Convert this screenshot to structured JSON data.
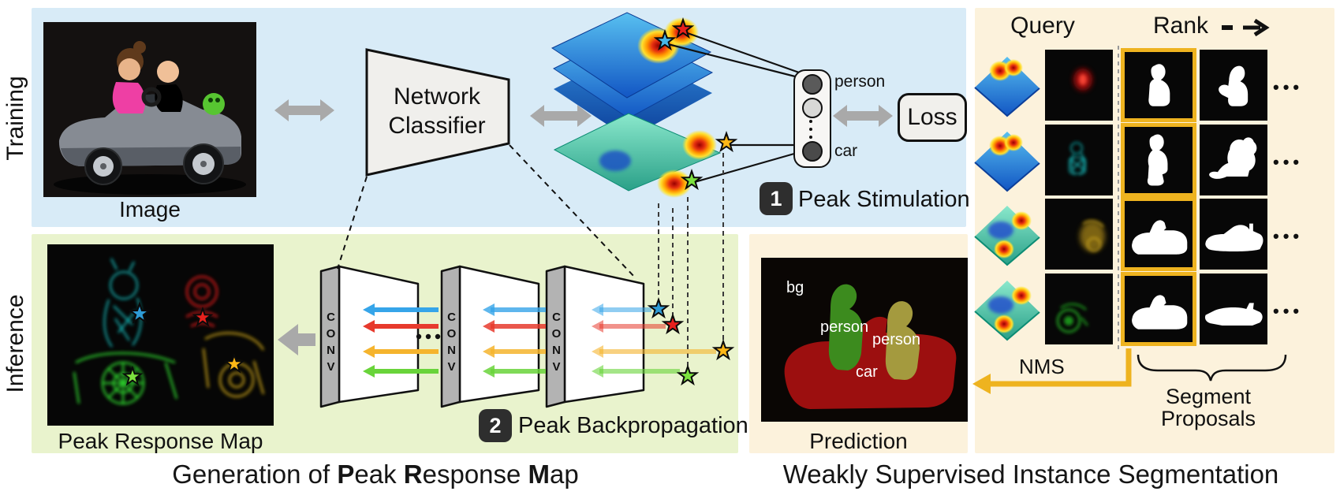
{
  "sections": {
    "training": "Training",
    "inference": "Inference"
  },
  "training": {
    "image_caption": "Image",
    "classifier": [
      "Network",
      "Classifier"
    ],
    "class_labels": {
      "person": "person",
      "car": "car"
    },
    "loss_label": "Loss",
    "step_badge": "1",
    "step_label": "Peak Stimulation"
  },
  "inference": {
    "prm_caption": "Peak Response Map",
    "conv_label": "CONV",
    "step_badge": "2",
    "step_label": "Peak Backpropagation"
  },
  "prediction": {
    "caption": "Prediction",
    "region_labels": {
      "bg": "bg",
      "person_left": "person",
      "person_right": "person",
      "car": "car"
    }
  },
  "right_panel": {
    "query_header": "Query",
    "rank_header": "Rank",
    "nms_label": "NMS",
    "brace_label": [
      "Segment",
      "Proposals"
    ],
    "rows": [
      {
        "query": "person-response-surface",
        "prm": "person-peak-response-red",
        "rank1": "person-segment-top-ranked",
        "rank2": "person-segment",
        "more": "•••"
      },
      {
        "query": "person-response-surface",
        "prm": "person-peak-response-cyan",
        "rank1": "person-segment-top-ranked",
        "rank2": "animal-like-segment",
        "more": "•••"
      },
      {
        "query": "car-response-surface",
        "prm": "car-peak-response-yellow",
        "rank1": "car-segment-top-ranked",
        "rank2": "car-segment",
        "more": "•••"
      },
      {
        "query": "car-response-surface",
        "prm": "car-peak-response-green",
        "rank1": "car-segment-top-ranked",
        "rank2": "car-segment",
        "more": "•••"
      }
    ]
  },
  "captions": {
    "left": {
      "p1": "Generation of ",
      "b1": "P",
      "p2": "eak ",
      "b2": "R",
      "p3": "esponse ",
      "b3": "M",
      "p4": "ap"
    },
    "right": "Weakly Supervised Instance Segmentation"
  },
  "colors": {
    "training_bg": "#d8ebf7",
    "inference_bg": "#e9f3cd",
    "panel_bg": "#fcf2dc",
    "highlight_yellow": "#eeb31f",
    "arrow_gray": "#a9a9a9",
    "star_blue": "#2e9bd6",
    "star_red": "#e7211d",
    "star_yellow": "#fdb716",
    "star_green": "#7ce23e",
    "conv_blue": "#36a5e9",
    "conv_red": "#e73a2d",
    "conv_orange": "#f5b42d",
    "conv_green": "#69d43a"
  }
}
